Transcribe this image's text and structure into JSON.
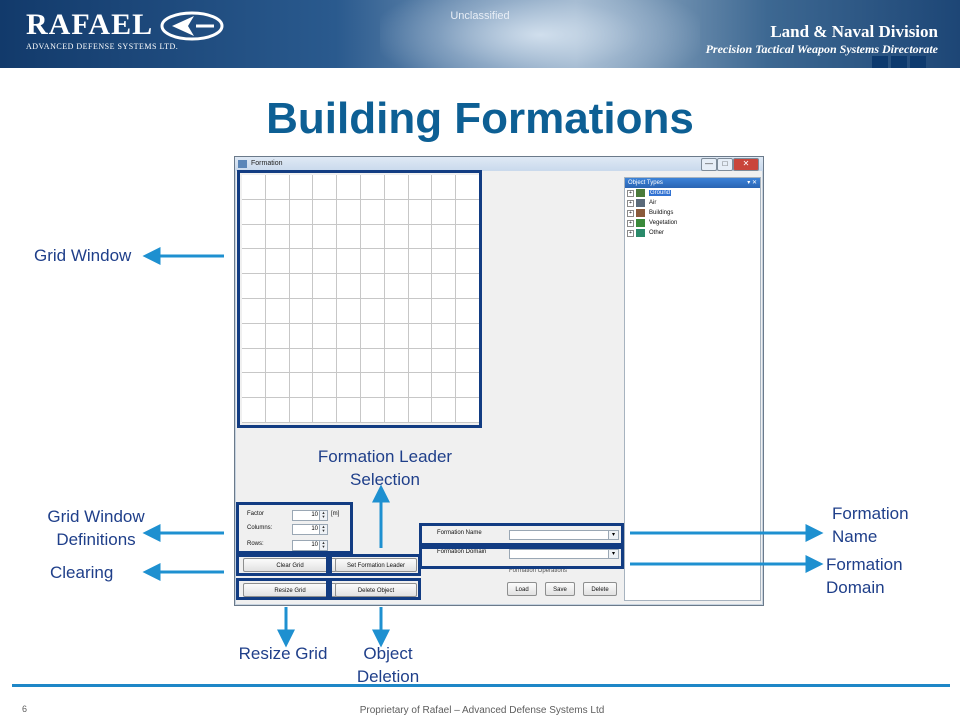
{
  "header": {
    "logo_name": "RAFAEL",
    "logo_tagline": "ADVANCED DEFENSE SYSTEMS LTD.",
    "classification": "Unclassified",
    "division": "Land & Naval Division",
    "directorate": "Precision Tactical Weapon Systems Directorate"
  },
  "title": "Building Formations",
  "window": {
    "title": "Formation",
    "min": "—",
    "max": "□",
    "close": "✕",
    "grid": {
      "rows": 10,
      "columns": 10
    },
    "object_types": {
      "header": "Object Types",
      "pin": "▾ ✕",
      "items": [
        {
          "label": "Ground",
          "icon": "ground-icon",
          "selected": true
        },
        {
          "label": "Air",
          "icon": "air-icon",
          "selected": false
        },
        {
          "label": "Buildings",
          "icon": "buildings-icon",
          "selected": false
        },
        {
          "label": "Vegetation",
          "icon": "vegetation-icon",
          "selected": false
        },
        {
          "label": "Other",
          "icon": "other-icon",
          "selected": false
        }
      ]
    },
    "defs": {
      "factor_label": "Factor",
      "factor_value": "10",
      "factor_unit": "[m]",
      "columns_label": "Columns:",
      "columns_value": "10",
      "rows_label": "Rows:",
      "rows_value": "10"
    },
    "buttons": {
      "clear_grid": "Clear Grid",
      "set_leader": "Set Formation Leader",
      "resize_grid": "Resize Grid",
      "delete_object": "Delete Object",
      "load": "Load",
      "save": "Save",
      "delete": "Delete"
    },
    "formation_name_label": "Formation Name",
    "formation_domain_label": "Formation Domain",
    "formation_ops_label": "Formation Operations"
  },
  "callouts": {
    "grid_window": "Grid Window",
    "leader_selection_1": "Formation Leader",
    "leader_selection_2": "Selection",
    "grid_defs_1": "Grid Window",
    "grid_defs_2": "Definitions",
    "clearing": "Clearing",
    "resize_grid": "Resize Grid",
    "object_deletion_1": "Object",
    "object_deletion_2": "Deletion",
    "formation_name_1": "Formation",
    "formation_name_2": "Name",
    "formation_domain_1": "Formation",
    "formation_domain_2": "Domain"
  },
  "footer": {
    "page": "6",
    "text": "Proprietary of Rafael – Advanced Defense Systems Ltd"
  },
  "colors": {
    "title": "#0d5f94",
    "callout": "#1f3f8a",
    "arrow": "#1e90d0",
    "highlight": "#123c82"
  }
}
